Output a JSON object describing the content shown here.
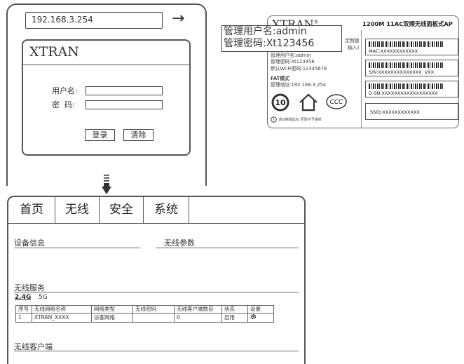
{
  "browser": {
    "url": "192.168.3.254",
    "go_icon": "arrow-right-icon",
    "login": {
      "logo": "XTRAN",
      "username_label": "用户名:",
      "password_label": "密  码:",
      "login_button": "登录",
      "clear_button": "清除"
    }
  },
  "device_label": {
    "brand": "XTRAN",
    "model": "1200M 11AC双频无线面板式AP",
    "overlay": {
      "line1": "管理用户名:admin",
      "line2": "管理密码:Xt123456"
    },
    "info": {
      "custom_a": "定制版",
      "custom_b": "输入)",
      "admin_user": "管理用户名:admin",
      "admin_pass": "管理密码:Xt123456",
      "wifi_pass": "默认Wi-Fi密码:12345678",
      "mode": "FAT模式",
      "mgmt_addr": "管理地址:192.168.3.254",
      "warning": "请勿撕毁此标 否则不予保修"
    },
    "codes": {
      "mac": "MAC:XXXXXXXXXXXX",
      "sn": "S/N:XXXXXXXXXXXXXX",
      "sn_version": "VXX",
      "dsn": "D-SN:XXXXXXXXXXXXXXXXXX",
      "ssid": "SSID:XXXXXXXXXXXX"
    },
    "icons": [
      "rohs-10-icon",
      "house-icon",
      "ccc-icon",
      "info-icon"
    ]
  },
  "admin": {
    "tabs": [
      "首页",
      "无线",
      "安全",
      "系统"
    ],
    "device_info": "设备信息",
    "wireless_params": "无线参数",
    "wireless_service": "无线服务",
    "band_tabs": [
      "2.4G",
      "5G"
    ],
    "active_band": "2.4G",
    "table": {
      "headers": [
        "序号",
        "无线网络名称",
        "网络类型",
        "无线密码",
        "无线客户端数目",
        "状态",
        "设置"
      ],
      "rows": [
        [
          "1",
          "XTRAN_XXXX",
          "访客网络",
          "",
          "0",
          "启用",
          "gear-icon"
        ]
      ]
    },
    "wireless_clients": "无线客户端"
  }
}
